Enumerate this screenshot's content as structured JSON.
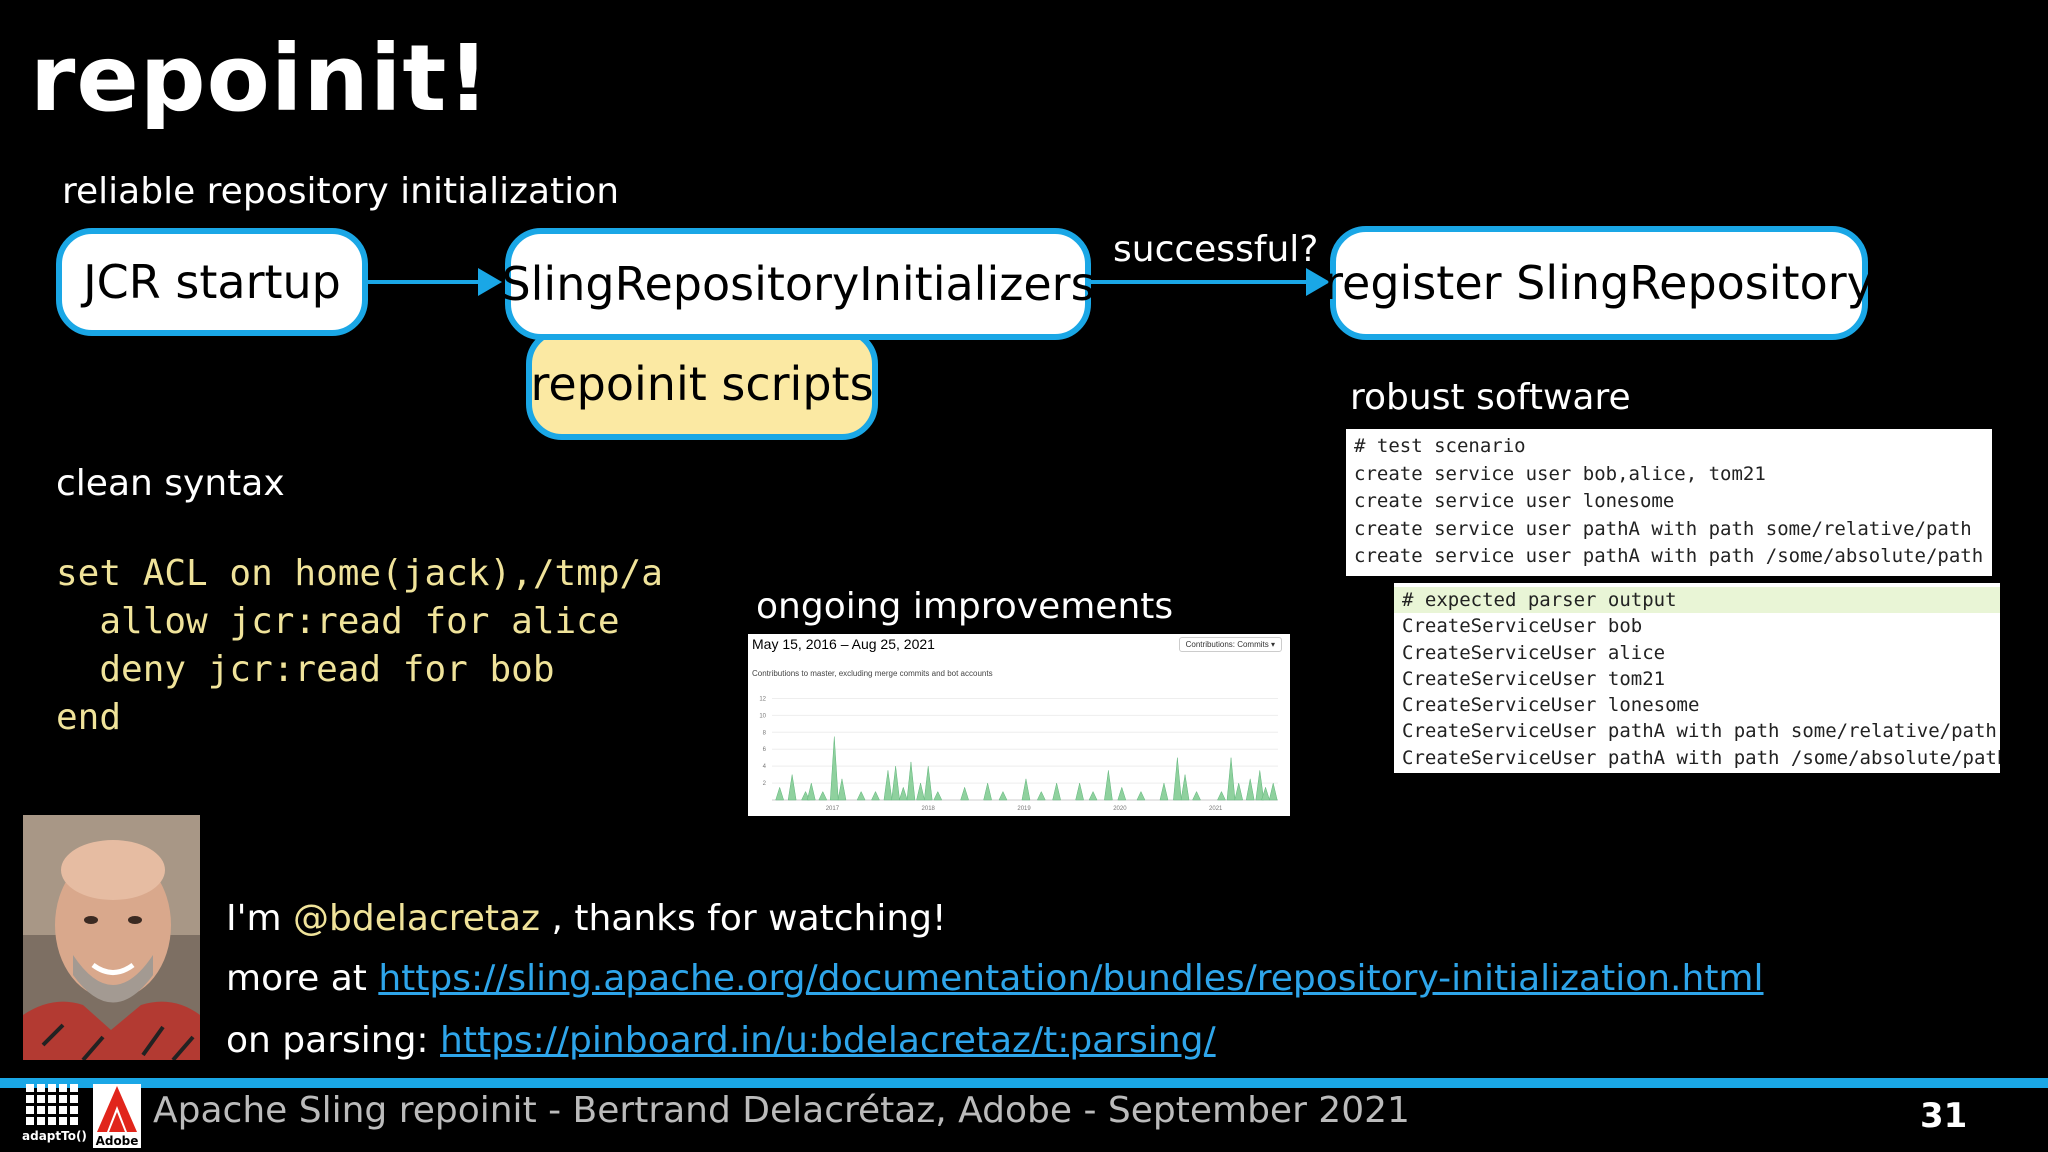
{
  "slide": {
    "title": "repoinit!",
    "subtitle": "reliable repository initialization",
    "page_number": "31",
    "footer": "Apache Sling repoinit - Bertrand Delacrétaz, Adobe - September 2021"
  },
  "flow": {
    "box1": "JCR startup",
    "box2": "SlingRepositoryInitializers",
    "box3": "repoinit scripts",
    "box4": "register SlingRepository",
    "arrow_label": "successful?"
  },
  "syntax": {
    "heading": "clean syntax",
    "lines": [
      "set ACL on home(jack),/tmp/a",
      "  allow jcr:read for alice",
      "  deny jcr:read for bob",
      "end"
    ]
  },
  "robust": {
    "heading": "robust software",
    "scenario_lines": [
      "# test scenario",
      "create service user bob,alice, tom21",
      "create service user lonesome",
      "create service user pathA with path some/relative/path",
      "create service user pathA with path /some/absolute/path"
    ],
    "output_lines": [
      "# expected parser output",
      "CreateServiceUser bob",
      "CreateServiceUser alice",
      "CreateServiceUser tom21",
      "CreateServiceUser lonesome",
      "CreateServiceUser pathA with path some/relative/path",
      "CreateServiceUser pathA with path /some/absolute/path"
    ]
  },
  "improvements": {
    "heading": "ongoing improvements",
    "date_range": "May 15, 2016 – Aug 25, 2021",
    "control": "Contributions: Commits ▾",
    "caption": "Contributions to master, excluding merge commits and bot accounts"
  },
  "chart_data": {
    "type": "area",
    "title": "",
    "xlabel": "",
    "ylabel": "",
    "x_ticks": [
      "2017",
      "2018",
      "2019",
      "2020",
      "2021"
    ],
    "y_ticks": [
      2,
      4,
      6,
      8,
      10,
      12
    ],
    "xlim": [
      2016.37,
      2021.65
    ],
    "ylim": [
      0,
      13
    ],
    "grid": true,
    "color": "#8fd19e",
    "series": [
      {
        "x": [
          2016.45,
          2016.58,
          2016.72,
          2016.78,
          2016.9,
          2017.02,
          2017.1,
          2017.3,
          2017.45,
          2017.58,
          2017.66,
          2017.74,
          2017.82,
          2017.92,
          2018.0,
          2018.1,
          2018.38,
          2018.62,
          2018.78,
          2019.02,
          2019.18,
          2019.34,
          2019.58,
          2019.72,
          2019.88,
          2020.02,
          2020.22,
          2020.46,
          2020.6,
          2020.68,
          2020.8,
          2021.06,
          2021.16,
          2021.24,
          2021.36,
          2021.46,
          2021.52,
          2021.6
        ],
        "values": [
          1.5,
          3,
          1,
          2,
          1,
          7.5,
          2.5,
          1,
          1,
          3.5,
          4,
          1.5,
          4.5,
          2,
          4,
          1,
          1.5,
          2,
          1,
          2.5,
          1,
          2,
          2,
          1,
          3.5,
          1.5,
          1,
          2,
          5,
          3,
          1,
          1,
          5,
          2,
          2.5,
          3.5,
          1.5,
          2
        ]
      }
    ]
  },
  "contact": {
    "intro": "I'm",
    "handle": "@bdelacretaz",
    "suffix": ", thanks for watching!",
    "more_label": "more at",
    "more_url": "https://sling.apache.org/documentation/bundles/repository-initialization.html",
    "parsing_label": "on parsing:",
    "parsing_url": "https://pinboard.in/u:bdelacretaz/t:parsing/"
  },
  "logos": {
    "adapt": "adaptTo()",
    "adobe": "Adobe"
  },
  "colors": {
    "accent": "#1aa7e6",
    "highlight": "#f0e39a",
    "link": "#2ea5ea",
    "box_yellow": "#fbe9a3"
  }
}
